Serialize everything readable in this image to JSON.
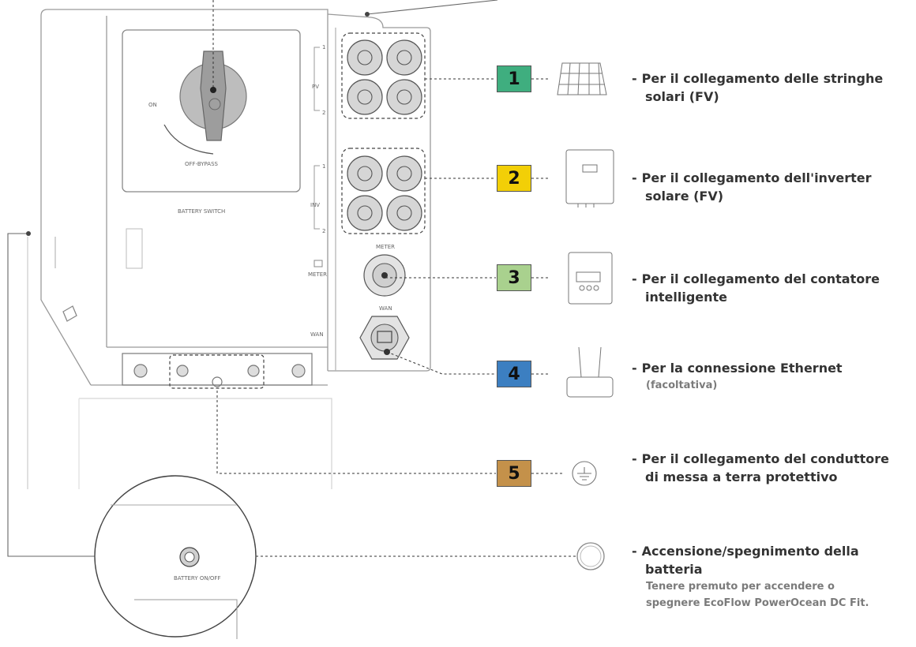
{
  "device": {
    "switch_on_label": "ON",
    "switch_off_label": "OFF-BYPASS",
    "battery_switch_label": "BATTERY SWITCH",
    "pv_label": "PV",
    "inv_label": "INV",
    "meter_side_label": "METER",
    "wan_side_label": "WAN",
    "meter_port_label": "METER",
    "wan_port_label": "WAN",
    "pv_tick_1": "1",
    "pv_tick_2": "2",
    "inv_tick_1": "1",
    "inv_tick_2": "2",
    "zoom_button_label": "BATTERY ON/OFF"
  },
  "callouts": [
    {
      "number": "1",
      "color": "#3fae7f",
      "line1": "Per il collegamento delle stringhe",
      "line2": "solari (FV)",
      "sub": ""
    },
    {
      "number": "2",
      "color": "#f2cf07",
      "line1": "Per il collegamento dell'inverter",
      "line2": "solare (FV)",
      "sub": ""
    },
    {
      "number": "3",
      "color": "#a9d18e",
      "line1": "Per il collegamento del contatore",
      "line2": "intelligente",
      "sub": ""
    },
    {
      "number": "4",
      "color": "#3c7fc1",
      "line1": "Per la connessione Ethernet",
      "line2": "",
      "sub": "(facoltativa)"
    },
    {
      "number": "5",
      "color": "#c4914a",
      "line1": "Per il collegamento del conduttore",
      "line2": "di messa a terra protettivo",
      "sub": ""
    }
  ],
  "power_note": {
    "line1": "Accensione/spegnimento della",
    "line2": "batteria",
    "sub1": "Tenere premuto per accendere o",
    "sub2": "spegnere EcoFlow PowerOcean DC Fit."
  },
  "dash_char": "-"
}
